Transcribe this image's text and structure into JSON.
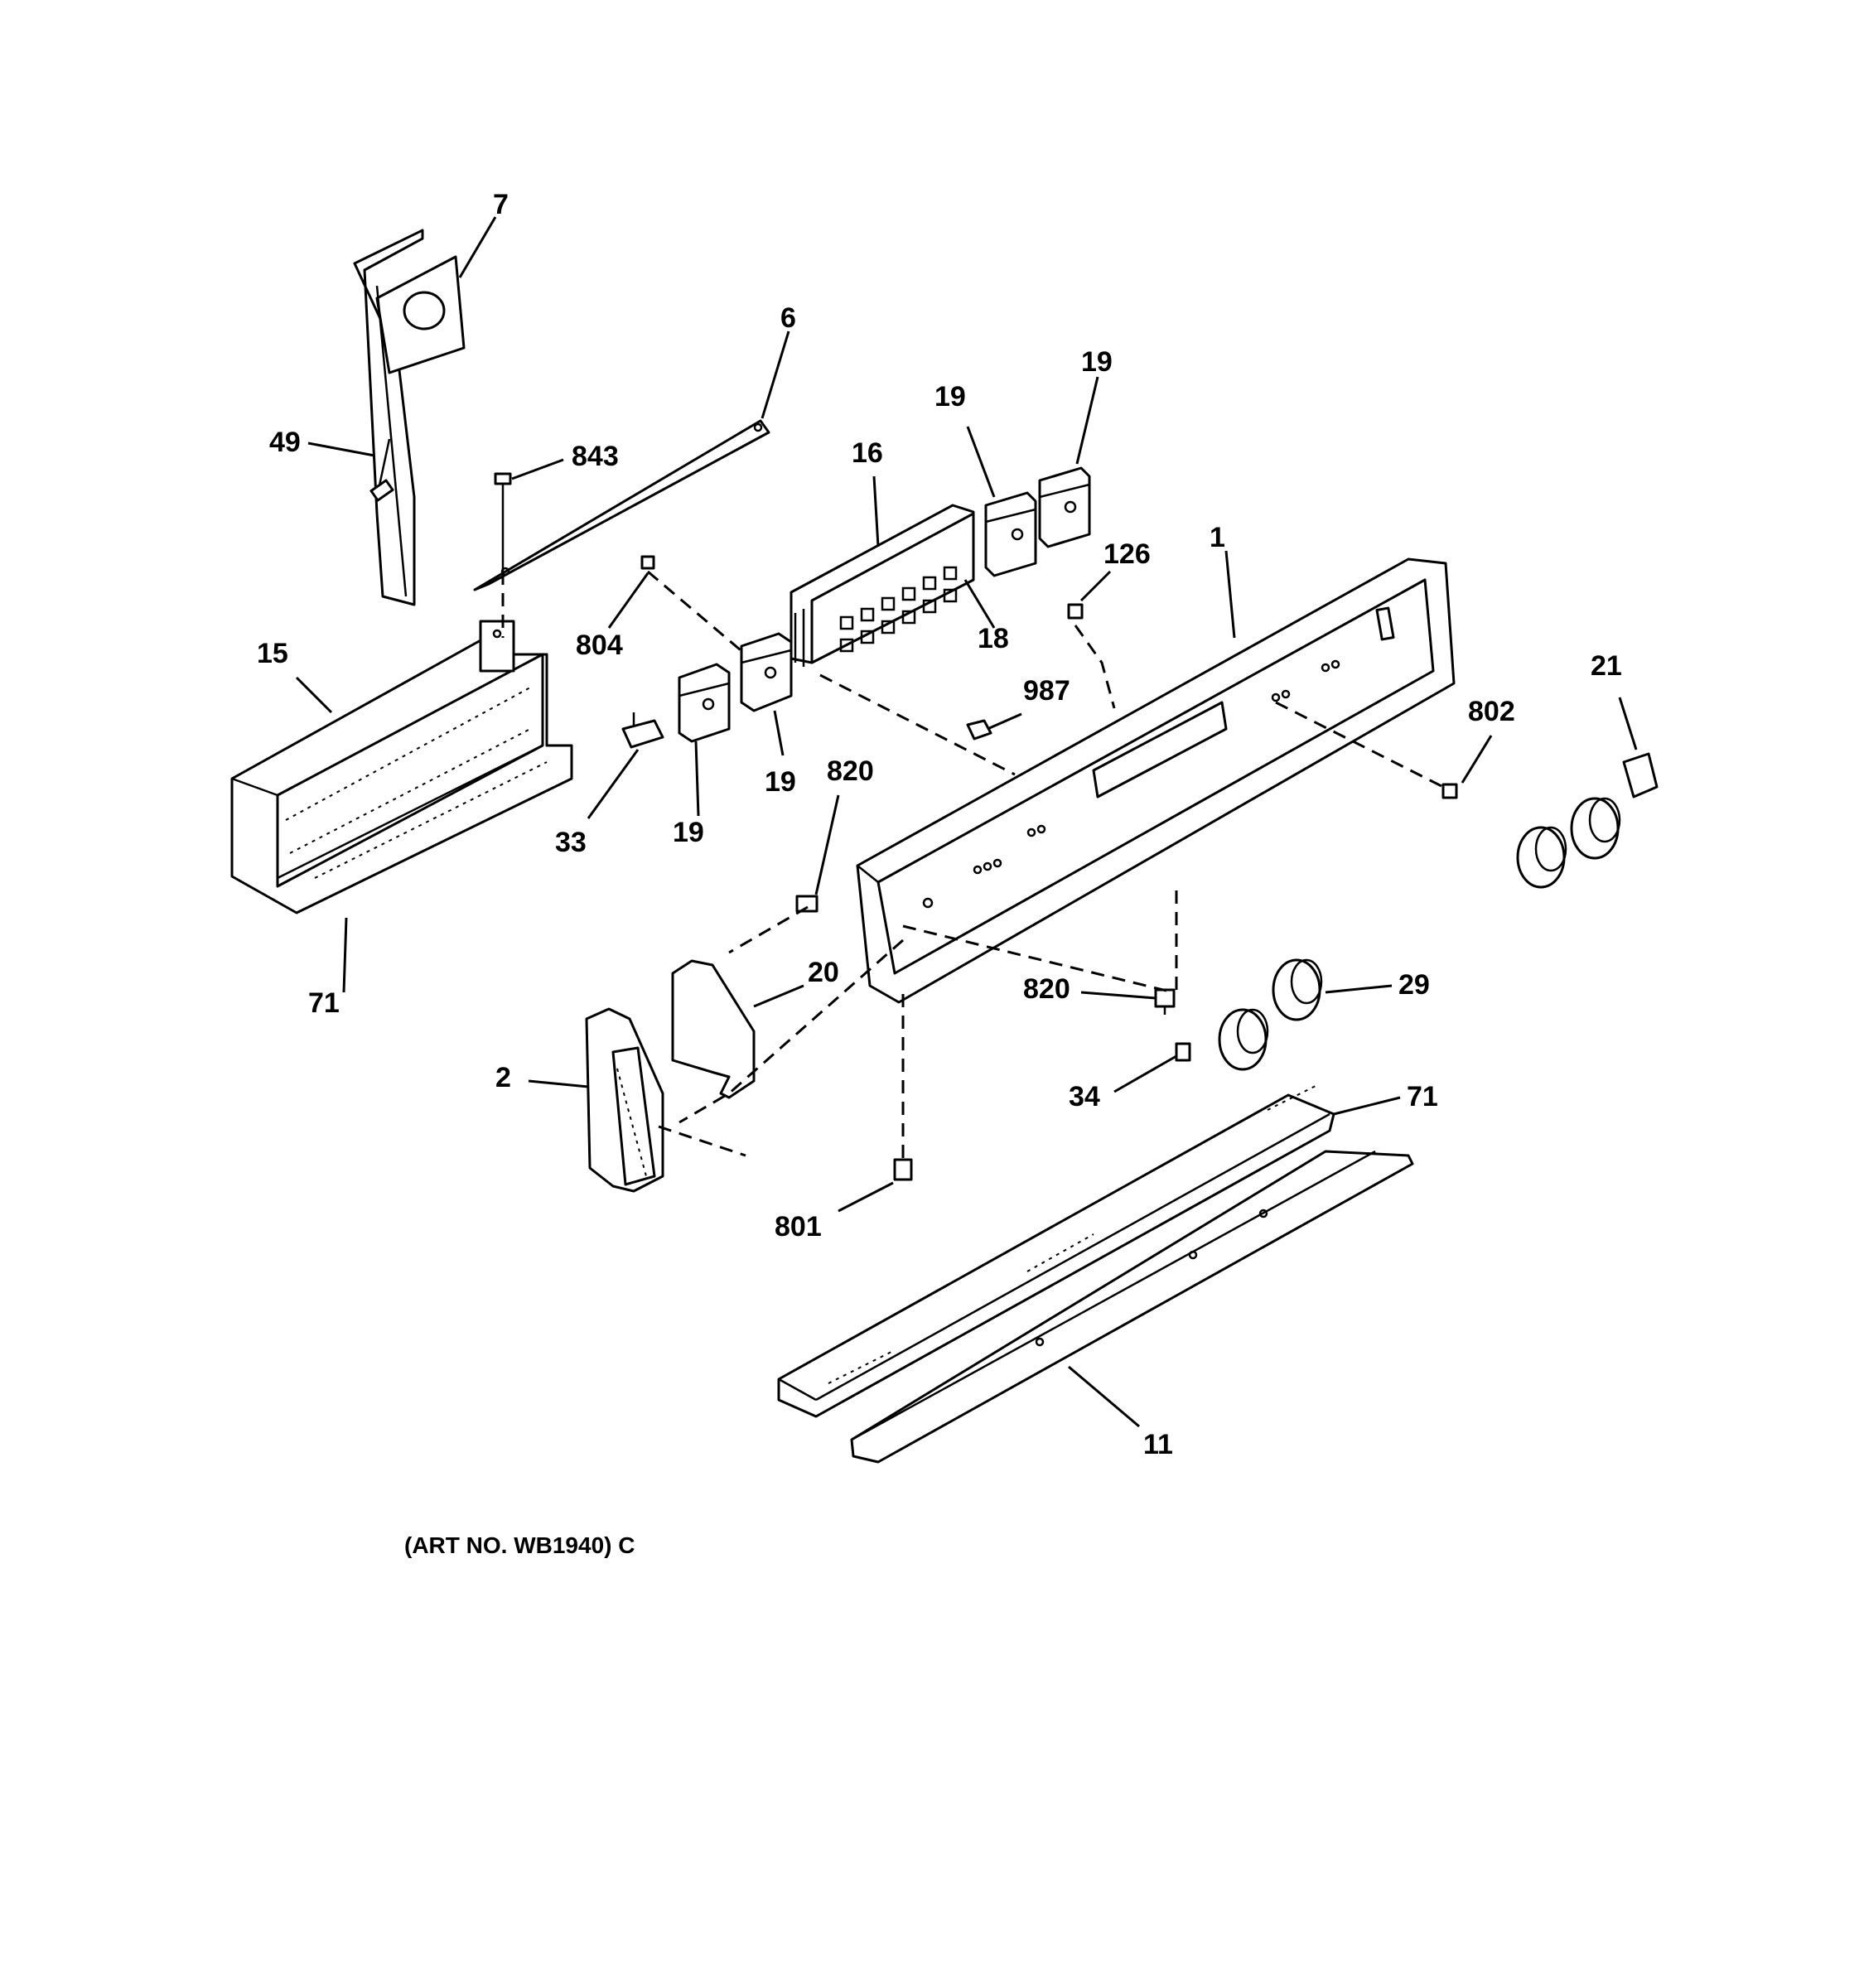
{
  "callouts": {
    "c7": "7",
    "c6": "6",
    "c49": "49",
    "c843": "843",
    "c16": "16",
    "c19a": "19",
    "c19b": "19",
    "c19c": "19",
    "c19d": "19",
    "c126": "126",
    "c1": "1",
    "c15": "15",
    "c804": "804",
    "c18": "18",
    "c987": "987",
    "c21": "21",
    "c802": "802",
    "c820a": "820",
    "c33": "33",
    "c71a": "71",
    "c20": "20",
    "c29": "29",
    "c820b": "820",
    "c2": "2",
    "c34": "34",
    "c71b": "71",
    "c801": "801",
    "c11": "11"
  },
  "art_number": "(ART NO. WB1940) C"
}
